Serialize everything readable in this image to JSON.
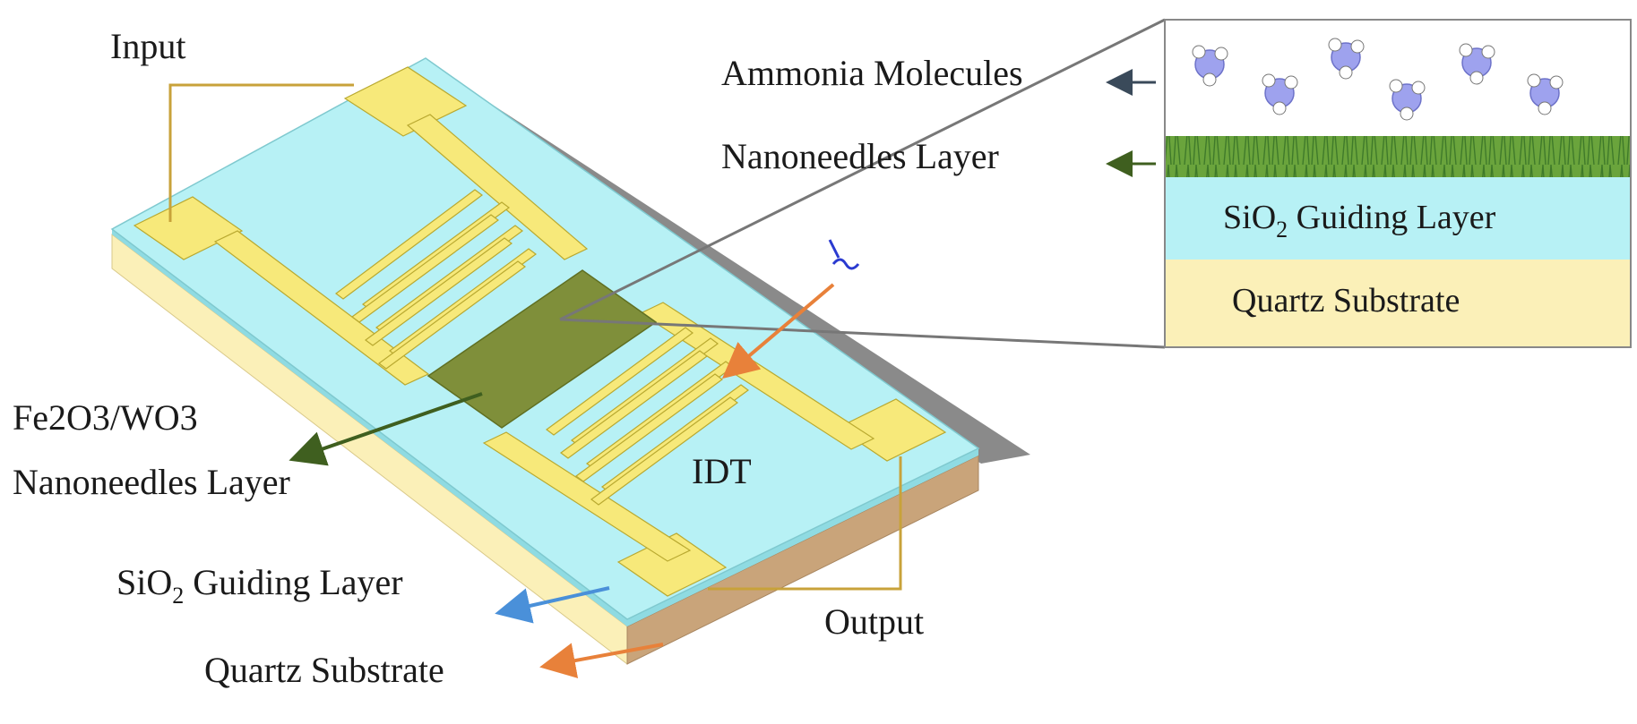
{
  "device_labels": {
    "input": "Input",
    "output": "Output",
    "idt": "IDT",
    "sensing_layer_line1": "Fe2O3/WO3",
    "sensing_layer_line2": "Nanoneedles Layer",
    "guiding_layer_main": "SiO",
    "guiding_layer_sub": "2",
    "guiding_layer_rest": " Guiding Layer",
    "substrate": "Quartz Substrate"
  },
  "cross_section": {
    "ammonia_label": "Ammonia Molecules",
    "nanoneedles_label": "Nanoneedles Layer",
    "guiding_main": "SiO",
    "guiding_sub": "2",
    "guiding_rest": " Guiding Layer",
    "substrate_label": "Quartz Substrate"
  },
  "colors": {
    "substrate": "#fbf0b8",
    "substrate_side": "#c9a47a",
    "guiding": "#b7f1f5",
    "guiding_top": "#a9e9ee",
    "electrode": "#f7e97a",
    "electrode_stroke": "#b9a930",
    "sensing_film": "#7f8f3a",
    "nanoneedles": "#5f9a3a",
    "molecule": "#9ea2ee",
    "shadow": "#8a8a8a",
    "arrow_dark": "#3a4a5a",
    "arrow_green": "#3f5f1f",
    "arrow_blue": "#4a90d9",
    "arrow_orange": "#e8813a",
    "wire": "#c8a23a"
  }
}
